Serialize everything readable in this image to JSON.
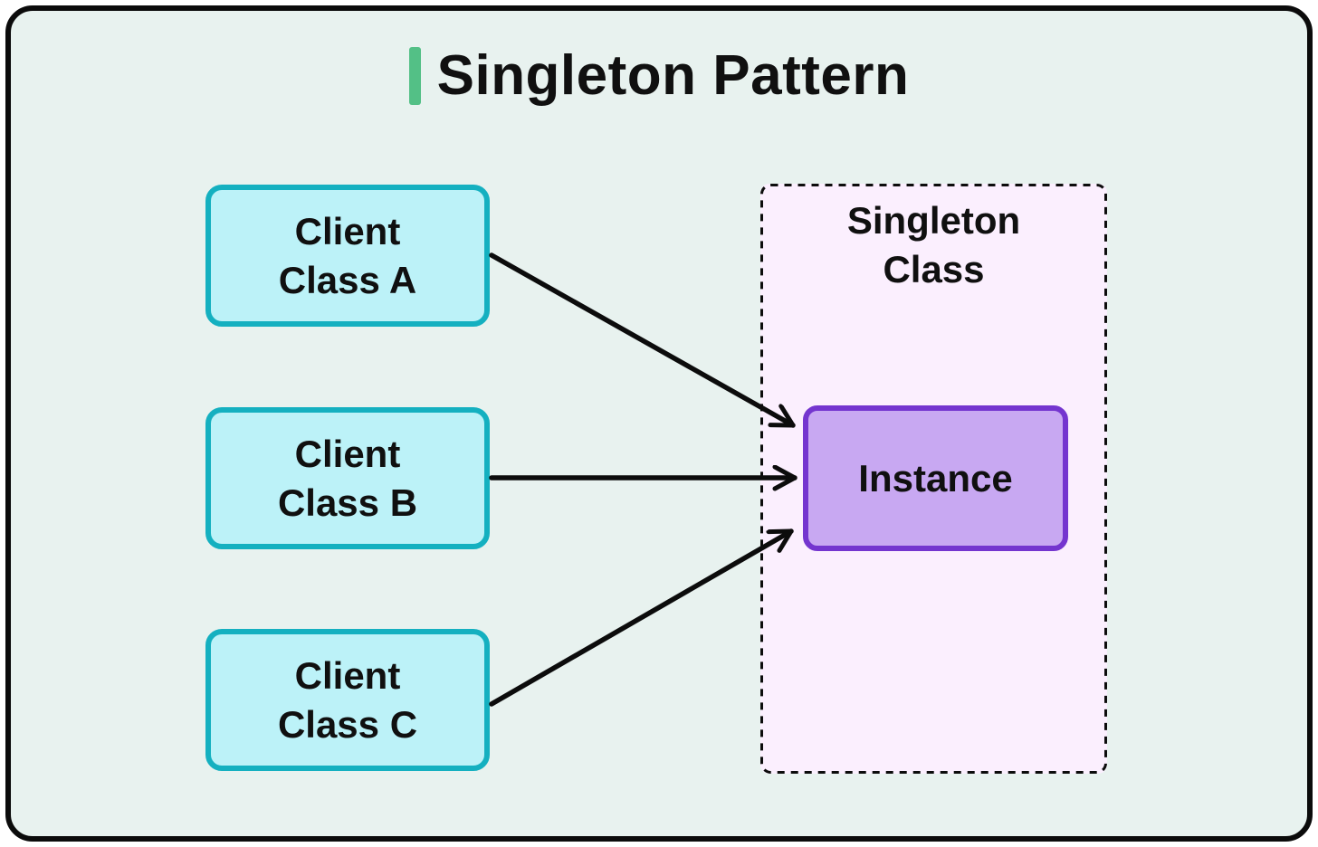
{
  "title": "Singleton Pattern",
  "nodes": {
    "clients": [
      {
        "line1": "Client",
        "line2": "Class A"
      },
      {
        "line1": "Client",
        "line2": "Class B"
      },
      {
        "line1": "Client",
        "line2": "Class C"
      }
    ],
    "singleton_container": {
      "line1": "Singleton",
      "line2": "Class"
    },
    "instance": {
      "label": "Instance"
    }
  },
  "relations": [
    {
      "from": "Client Class A",
      "to": "Instance"
    },
    {
      "from": "Client Class B",
      "to": "Instance"
    },
    {
      "from": "Client Class C",
      "to": "Instance"
    }
  ],
  "colors": {
    "canvas_background": "#e8f2ef",
    "frame_border": "#0b0b0b",
    "title_accent": "#53c086",
    "client_fill": "#bcf2f8",
    "client_border": "#14b0c0",
    "singleton_fill": "#fbeffe",
    "singleton_border_dashed": "#0c0c0c",
    "instance_fill": "#c8a8f2",
    "instance_border": "#7435cf",
    "arrow": "#0c0c0c",
    "text": "#101010"
  }
}
